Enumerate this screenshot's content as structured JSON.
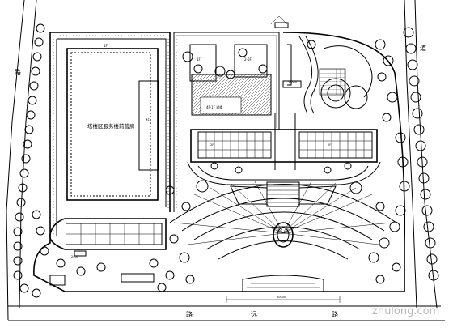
{
  "labels": {
    "main_building": "塔楼区服务楼前营房",
    "block_top": "1F",
    "block_right": "4F",
    "canteen": "1F",
    "gym": "2-5F",
    "office": "4F·1F 裙楼",
    "wing_left": "2F",
    "wing_right": "2F"
  },
  "roads": {
    "bottom_left": "路",
    "bottom_right": "路",
    "bottom_mid": "远",
    "left": "路",
    "right": "道"
  },
  "dimensions": {
    "top": "15000",
    "bottom": "50000",
    "side": "2400"
  },
  "watermark": "zhulong.com"
}
